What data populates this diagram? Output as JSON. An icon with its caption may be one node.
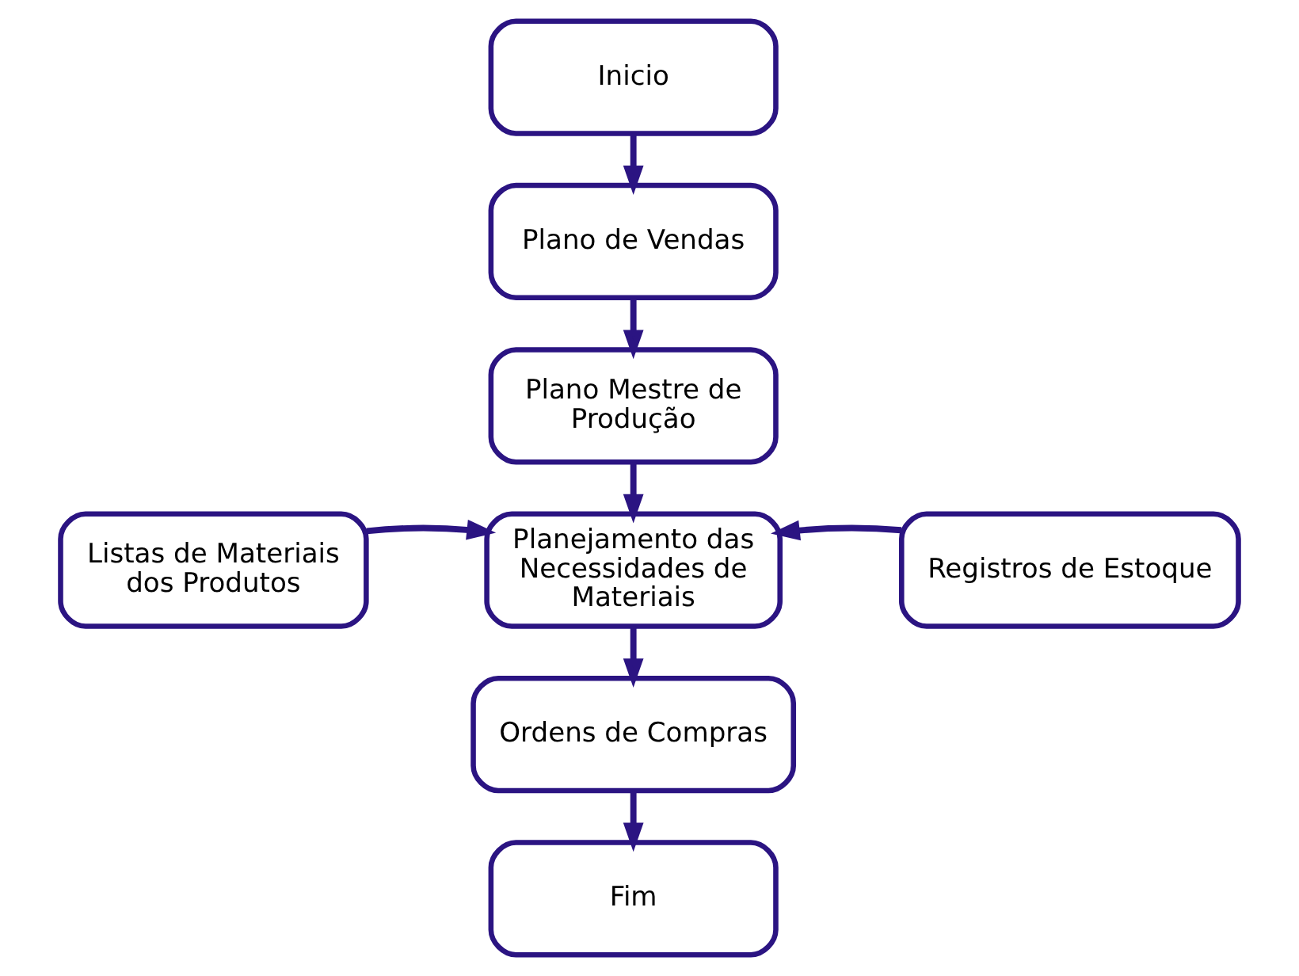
{
  "diagram": {
    "nodes": [
      {
        "text": [
          "Inicio"
        ]
      },
      {
        "text": [
          "Plano de Vendas"
        ]
      },
      {
        "text": [
          "Plano Mestre de Produção"
        ]
      },
      {
        "text": [
          "Listas de Materiais dos Produtos"
        ]
      },
      {
        "text": [
          "Planejamento das Necessidades de Materiais"
        ]
      },
      {
        "text": [
          "Registros de Estoque"
        ]
      },
      {
        "text": [
          "Ordens de Compras"
        ]
      },
      {
        "text": [
          "Fim"
        ]
      }
    ],
    "edges": [
      {
        "from": 0,
        "to": 1,
        "arrow": "to"
      },
      {
        "from": 1,
        "to": 2,
        "arrow": "to"
      },
      {
        "from": 2,
        "to": 4,
        "arrow": "to"
      },
      {
        "from": 3,
        "to": 4,
        "arrow": "to"
      },
      {
        "from": 5,
        "to": 4,
        "arrow": "to"
      },
      {
        "from": 4,
        "to": 6,
        "arrow": "to"
      },
      {
        "from": 6,
        "to": 7,
        "arrow": "to"
      }
    ]
  }
}
